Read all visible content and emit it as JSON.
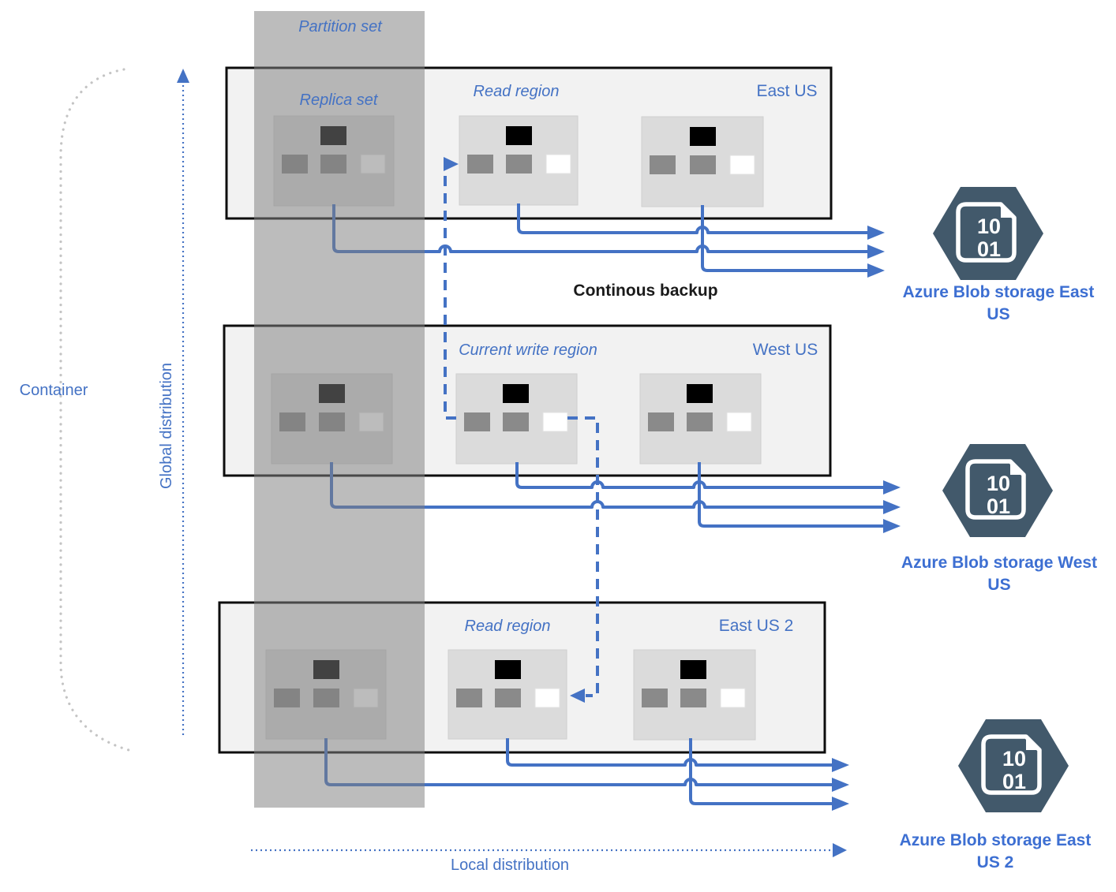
{
  "colors": {
    "accent_blue": "#4472C4",
    "storage_label_blue": "#3D6FD2",
    "hexagon_slate": "#42596B",
    "region_fill": "#F2F2F2",
    "cluster_fill": "#DBDBDB",
    "partition_band_gray": "#7F7F7F",
    "replica_square_gray": "#8A8A8A",
    "replica_square_black": "#000000",
    "replica_square_white": "#FFFFFF",
    "backup_text_black": "#1A1A1A",
    "container_arc_gray": "#C4C4C4"
  },
  "labels": {
    "partition_set": "Partition set",
    "replica_set": "Replica set",
    "container": "Container",
    "global_distribution": "Global distribution",
    "local_distribution": "Local distribution",
    "continuous_backup": "Continous backup"
  },
  "regions": [
    {
      "name": "East US",
      "role": "Read region"
    },
    {
      "name": "West US",
      "role": "Current write region"
    },
    {
      "name": "East US 2",
      "role": "Read region"
    }
  ],
  "storage": [
    {
      "line1": "Azure Blob storage East",
      "line2": "US"
    },
    {
      "line1": "Azure Blob storage West",
      "line2": "US"
    },
    {
      "line1": "Azure Blob storage East",
      "line2": "US 2"
    }
  ],
  "storage_icon": {
    "line1": "10",
    "line2": "01"
  }
}
